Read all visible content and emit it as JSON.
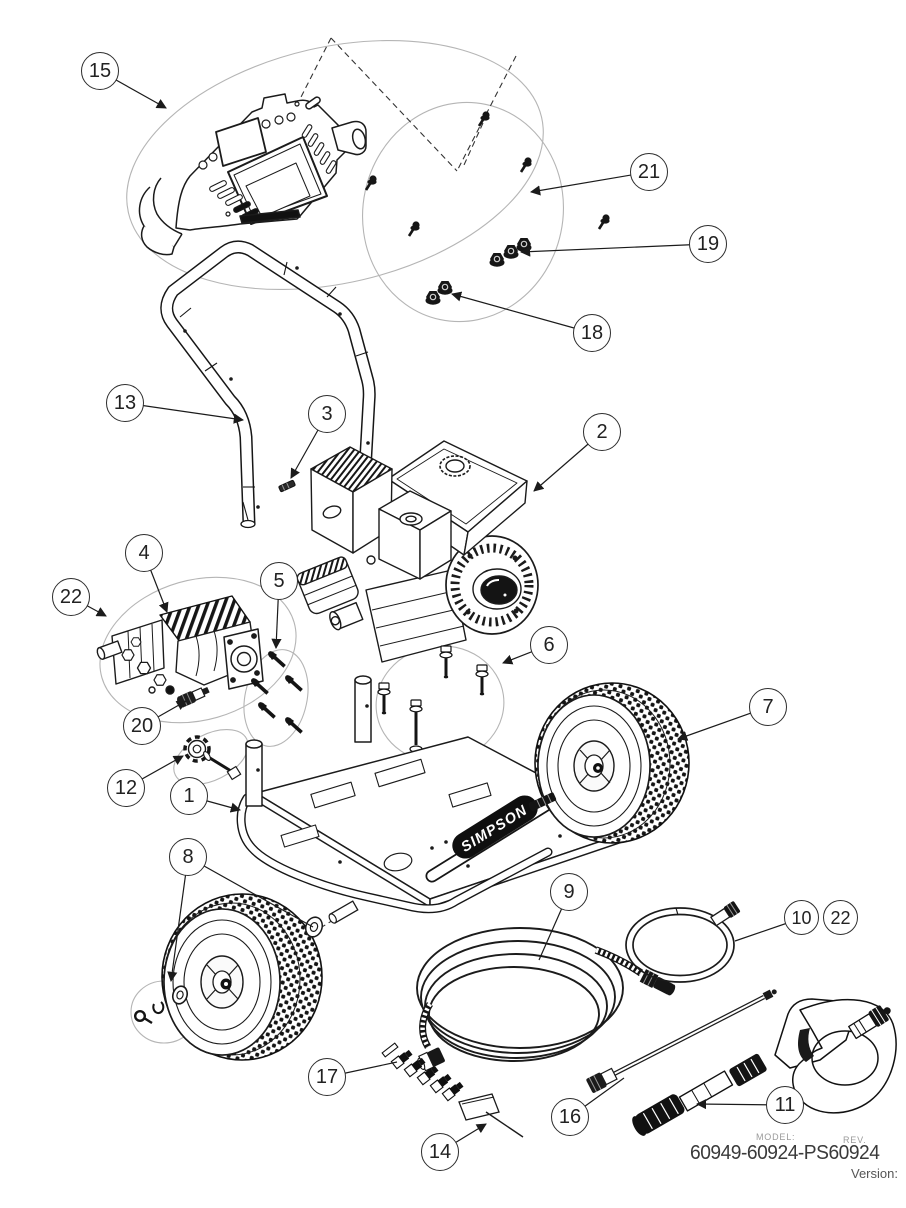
{
  "brand_text": "SIMPSON",
  "footer": {
    "model_label": "MODEL:",
    "rev_label": "REV.",
    "model_number": "60949-60924-PS60924",
    "version_label": "Version:"
  },
  "callouts": {
    "c1": {
      "label": "1"
    },
    "c2": {
      "label": "2"
    },
    "c3": {
      "label": "3"
    },
    "c4": {
      "label": "4"
    },
    "c5": {
      "label": "5"
    },
    "c6": {
      "label": "6"
    },
    "c7": {
      "label": "7"
    },
    "c8": {
      "label": "8"
    },
    "c9": {
      "label": "9"
    },
    "c10": {
      "label": "10"
    },
    "c11": {
      "label": "11"
    },
    "c12": {
      "label": "12"
    },
    "c13": {
      "label": "13"
    },
    "c14": {
      "label": "14"
    },
    "c15": {
      "label": "15"
    },
    "c16": {
      "label": "16"
    },
    "c17": {
      "label": "17"
    },
    "c18": {
      "label": "18"
    },
    "c19": {
      "label": "19"
    },
    "c20": {
      "label": "20"
    },
    "c21": {
      "label": "21"
    },
    "c22_pump": {
      "label": "22"
    },
    "c22_hose": {
      "label": "22"
    }
  },
  "colors": {
    "line": "#1b1b1b",
    "group_ellipse": "#b5b5b5",
    "muted_text": "#9a9a9a",
    "model_text": "#3a3a3a"
  }
}
